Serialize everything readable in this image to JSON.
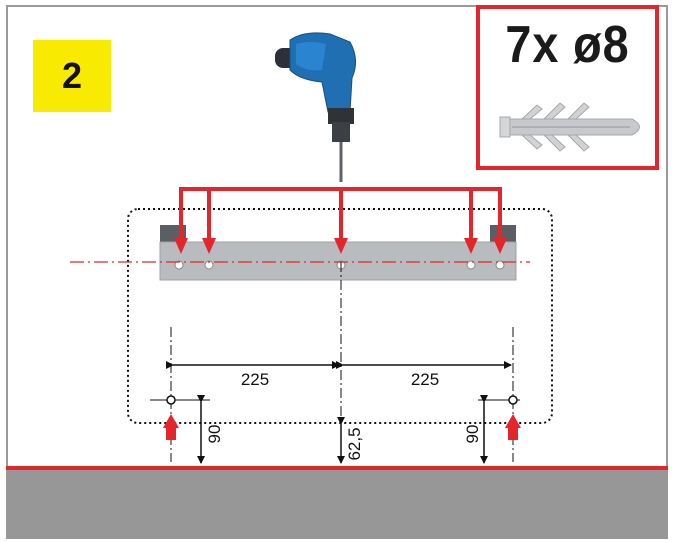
{
  "step": {
    "number": "2"
  },
  "anchors": {
    "label": "7x ø8"
  },
  "dimensions": {
    "spacing_left": "225",
    "spacing_right": "225",
    "height_left": "90",
    "height_center": "62,5",
    "height_right": "90"
  },
  "colors": {
    "accent_red": "#e3262b",
    "badge_yellow": "#f8ea00",
    "floor_gray": "#979797",
    "rail_gray": "#b9bcbf"
  },
  "icons": {
    "drill": "power-drill-icon",
    "wall_plug": "wall-plug-icon"
  }
}
